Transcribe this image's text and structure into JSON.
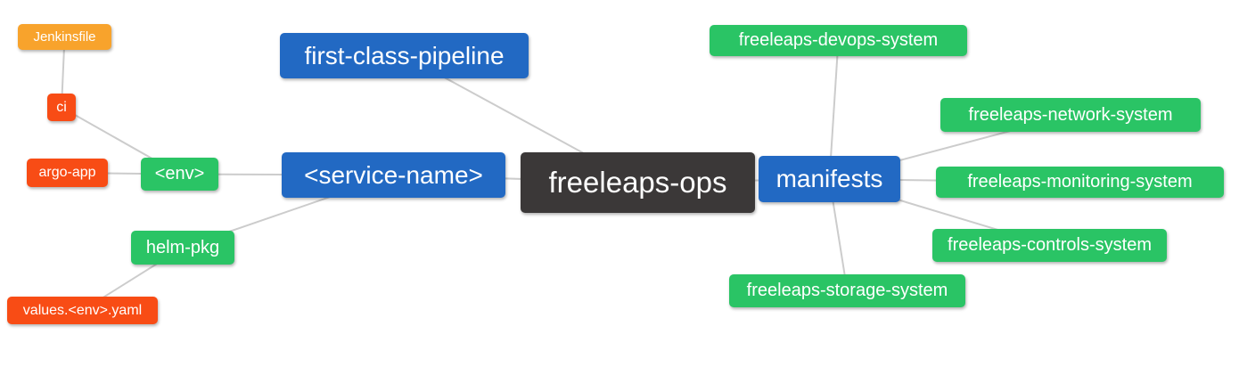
{
  "palette": {
    "root_dark": "#3b3838",
    "level1_blue": "#2269c3",
    "level2_green": "#2ac465",
    "level3_red": "#f84c15",
    "level4_orange": "#f8a32c",
    "link_gray": "#cccccc",
    "node_text": "#ffffff",
    "background": "#ffffff"
  },
  "mindmap": {
    "root_label": "freeleaps-ops"
  },
  "nodes": {
    "freeleaps_ops": {
      "label": "freeleaps-ops",
      "level": "root"
    },
    "first_class_pipeline": {
      "label": "first-class-pipeline",
      "level": "1"
    },
    "service_name": {
      "label": "<service-name>",
      "level": "1"
    },
    "manifests": {
      "label": "manifests",
      "level": "1"
    },
    "env": {
      "label": "<env>",
      "level": "2"
    },
    "helm_pkg": {
      "label": "helm-pkg",
      "level": "2"
    },
    "argo_app": {
      "label": "argo-app",
      "level": "3"
    },
    "ci": {
      "label": "ci",
      "level": "3"
    },
    "jenkinsfile": {
      "label": "Jenkinsfile",
      "level": "4"
    },
    "values_env_yaml": {
      "label": "values.<env>.yaml",
      "level": "3"
    },
    "devops_system": {
      "label": "freeleaps-devops-system",
      "level": "2"
    },
    "network_system": {
      "label": "freeleaps-network-system",
      "level": "2"
    },
    "monitoring_system": {
      "label": "freeleaps-monitoring-system",
      "level": "2"
    },
    "controls_system": {
      "label": "freeleaps-controls-system",
      "level": "2"
    },
    "storage_system": {
      "label": "freeleaps-storage-system",
      "level": "2"
    }
  },
  "edges": [
    {
      "from": "freeleaps_ops",
      "to": "first_class_pipeline"
    },
    {
      "from": "freeleaps_ops",
      "to": "service_name"
    },
    {
      "from": "freeleaps_ops",
      "to": "manifests"
    },
    {
      "from": "service_name",
      "to": "env"
    },
    {
      "from": "service_name",
      "to": "helm_pkg"
    },
    {
      "from": "env",
      "to": "argo_app"
    },
    {
      "from": "env",
      "to": "ci"
    },
    {
      "from": "ci",
      "to": "jenkinsfile"
    },
    {
      "from": "helm_pkg",
      "to": "values_env_yaml"
    },
    {
      "from": "manifests",
      "to": "devops_system"
    },
    {
      "from": "manifests",
      "to": "network_system"
    },
    {
      "from": "manifests",
      "to": "monitoring_system"
    },
    {
      "from": "manifests",
      "to": "controls_system"
    },
    {
      "from": "manifests",
      "to": "storage_system"
    }
  ]
}
